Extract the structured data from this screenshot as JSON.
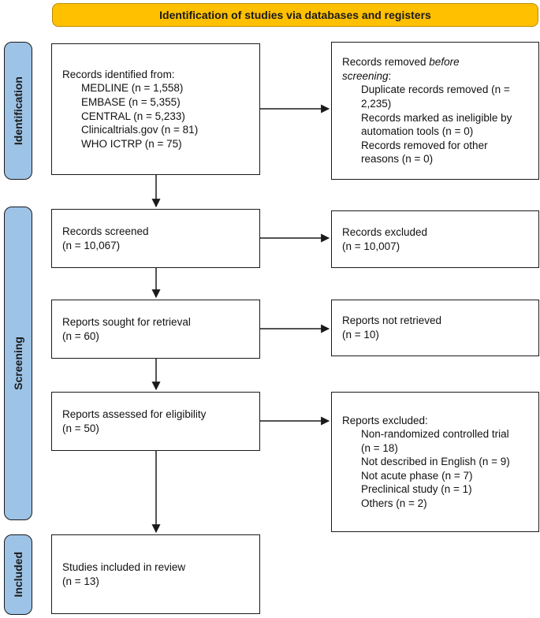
{
  "banner": {
    "title": "Identification of studies via databases and registers"
  },
  "stages": {
    "identification": "Identification",
    "screening": "Screening",
    "included": "Included"
  },
  "flow": {
    "identified": {
      "heading": "Records identified from:",
      "items": [
        "MEDLINE (n = 1,558)",
        "EMBASE (n = 5,355)",
        "CENTRAL (n = 5,233)",
        "Clinicaltrials.gov (n = 81)",
        "WHO ICTRP (n = 75)"
      ]
    },
    "screened": {
      "line1": "Records screened",
      "line2": "(n = 10,067)"
    },
    "sought": {
      "line1": "Reports sought for retrieval",
      "line2": "(n = 60)"
    },
    "assessed": {
      "line1": "Reports assessed for eligibility",
      "line2": "(n = 50)"
    },
    "included": {
      "line1": "Studies included in review",
      "line2": "(n = 13)"
    }
  },
  "exclusions": {
    "removed_before_screening": {
      "heading_prefix": "Records removed ",
      "heading_italic": "before screening",
      "heading_suffix": ":",
      "items": [
        "Duplicate records removed (n = 2,235)",
        "Records marked as ineligible by automation tools (n = 0)",
        "Records removed for other reasons (n = 0)"
      ]
    },
    "records_excluded": {
      "line1": "Records excluded",
      "line2": "(n = 10,007)"
    },
    "not_retrieved": {
      "line1": "Reports not retrieved",
      "line2": "(n = 10)"
    },
    "reports_excluded": {
      "heading": "Reports excluded:",
      "items": [
        "Non-randomized controlled trial (n = 18)",
        "Not described in English (n = 9)",
        "Not acute phase (n = 7)",
        "Preclinical study (n = 1)",
        "Others (n = 2)"
      ]
    }
  },
  "colors": {
    "banner": "#FFC000",
    "stage_label": "#9DC3E6",
    "line": "#1a1a1a"
  }
}
